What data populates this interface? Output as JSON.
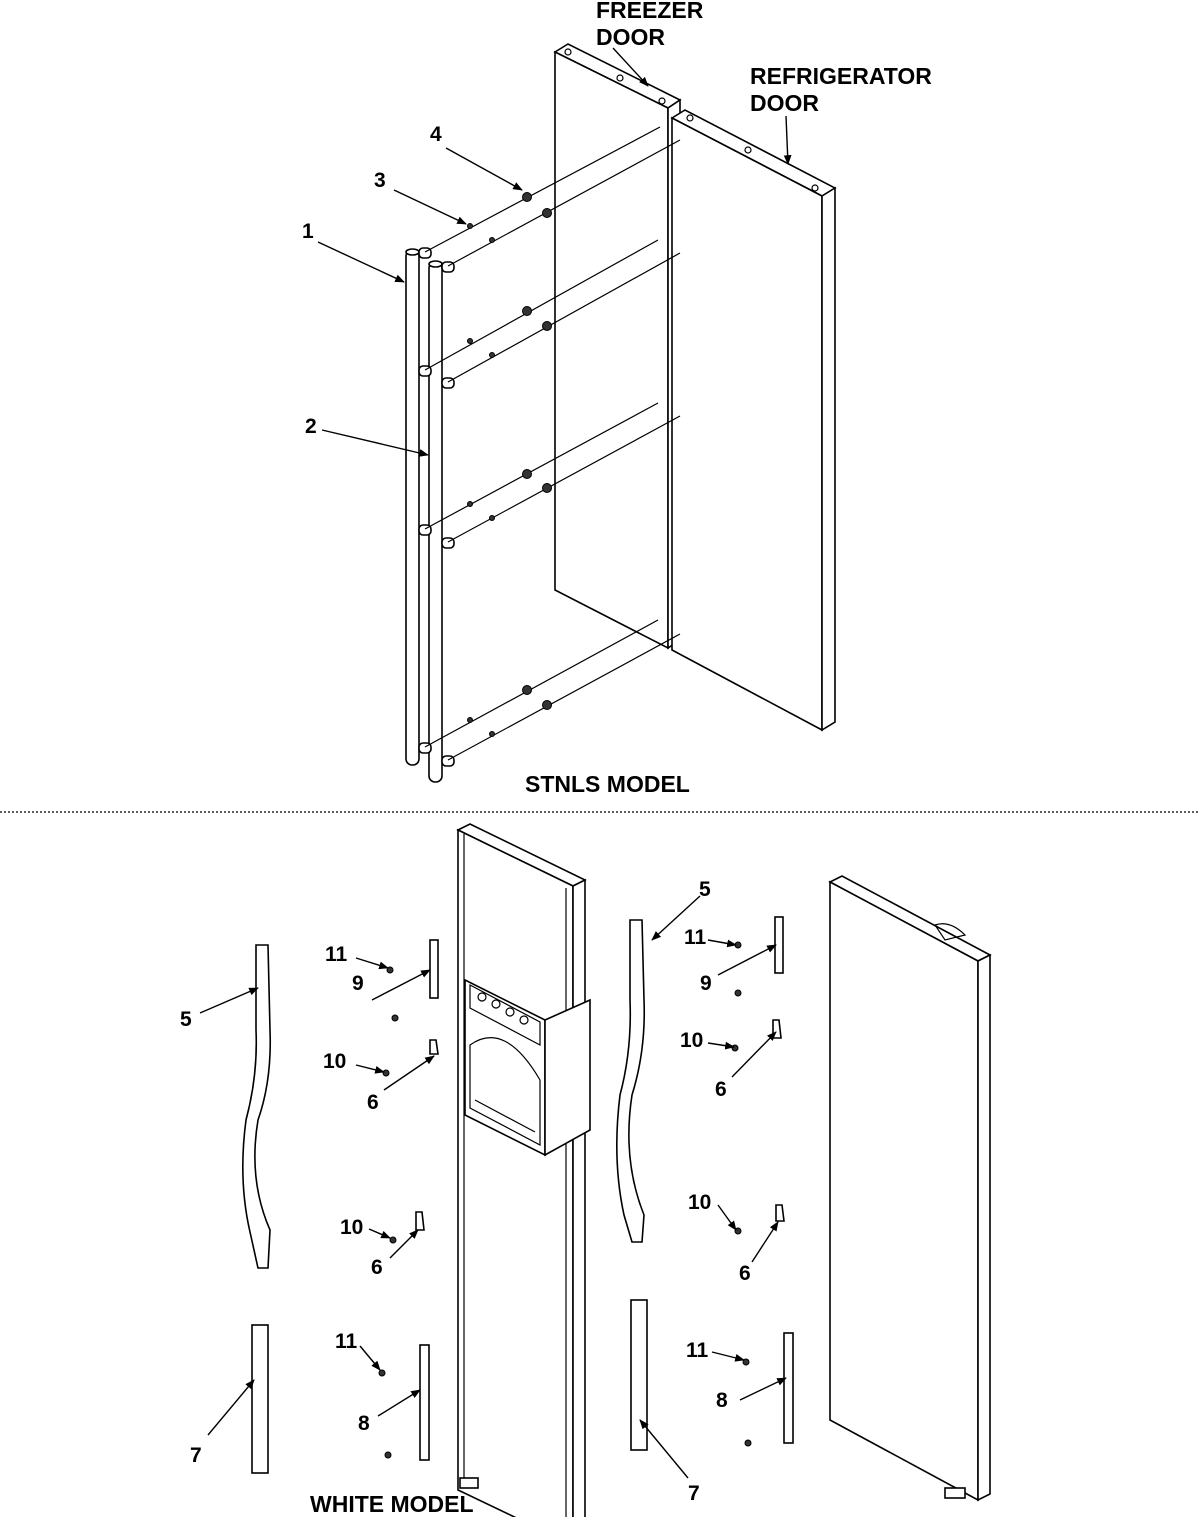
{
  "stnls_section": {
    "title": "STNLS MODEL",
    "door_labels": {
      "freezer_line1": "FREEZER",
      "freezer_line2": "DOOR",
      "refrigerator_line1": "REFRIGERATOR",
      "refrigerator_line2": "DOOR"
    },
    "callouts": [
      "1",
      "2",
      "3",
      "4"
    ]
  },
  "white_section": {
    "title": "WHITE MODEL",
    "freezer_side_callouts": [
      "5",
      "11",
      "9",
      "10",
      "6",
      "10",
      "6",
      "11",
      "8",
      "7"
    ],
    "refrigerator_side_callouts": [
      "5",
      "11",
      "9",
      "10",
      "6",
      "10",
      "6",
      "11",
      "8",
      "7"
    ]
  }
}
